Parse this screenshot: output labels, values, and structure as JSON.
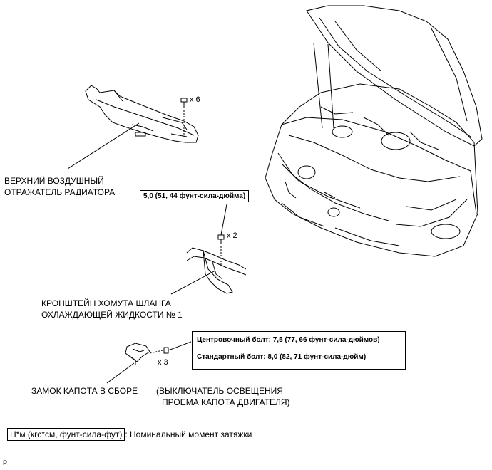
{
  "labels": {
    "upper_air_deflector": [
      "ВЕРХНИЙ ВОЗДУШНЫЙ",
      "ОТРАЖАТЕЛЬ РАДИАТОРА"
    ],
    "hose_clamp_bracket": [
      "КРОНШТЕЙН ХОМУТА ШЛАНГА",
      "ОХЛАЖДАЮЩЕЙ ЖИДКОСТИ № 1"
    ],
    "hood_lock": "ЗАМОК КАПОТА В СБОРЕ",
    "hood_switch": [
      "(ВЫКЛЮЧАТЕЛЬ ОСВЕЩЕНИЯ",
      "ПРОЕМА КАПОТА ДВИГАТЕЛЯ)"
    ]
  },
  "quantities": {
    "deflector_clips": "x 6",
    "bracket_bolts": "x 2",
    "lock_bolts": "x 3"
  },
  "torques": {
    "bracket_bolt": "5,0 (51, 44 фунт-сила-дюйма)",
    "center_bolt": "Центровочный болт: 7,5 (77, 66 фунт-сила-дюймов)",
    "standard_bolt": "Стандартный болт: 8,0 (82, 71 фунт-сила-дюйм)"
  },
  "legend": {
    "unit": "Н*м (кгс*см, фунт-сила-фут)",
    "description": ": Номинальный момент затяжки"
  },
  "corner_mark": "P"
}
